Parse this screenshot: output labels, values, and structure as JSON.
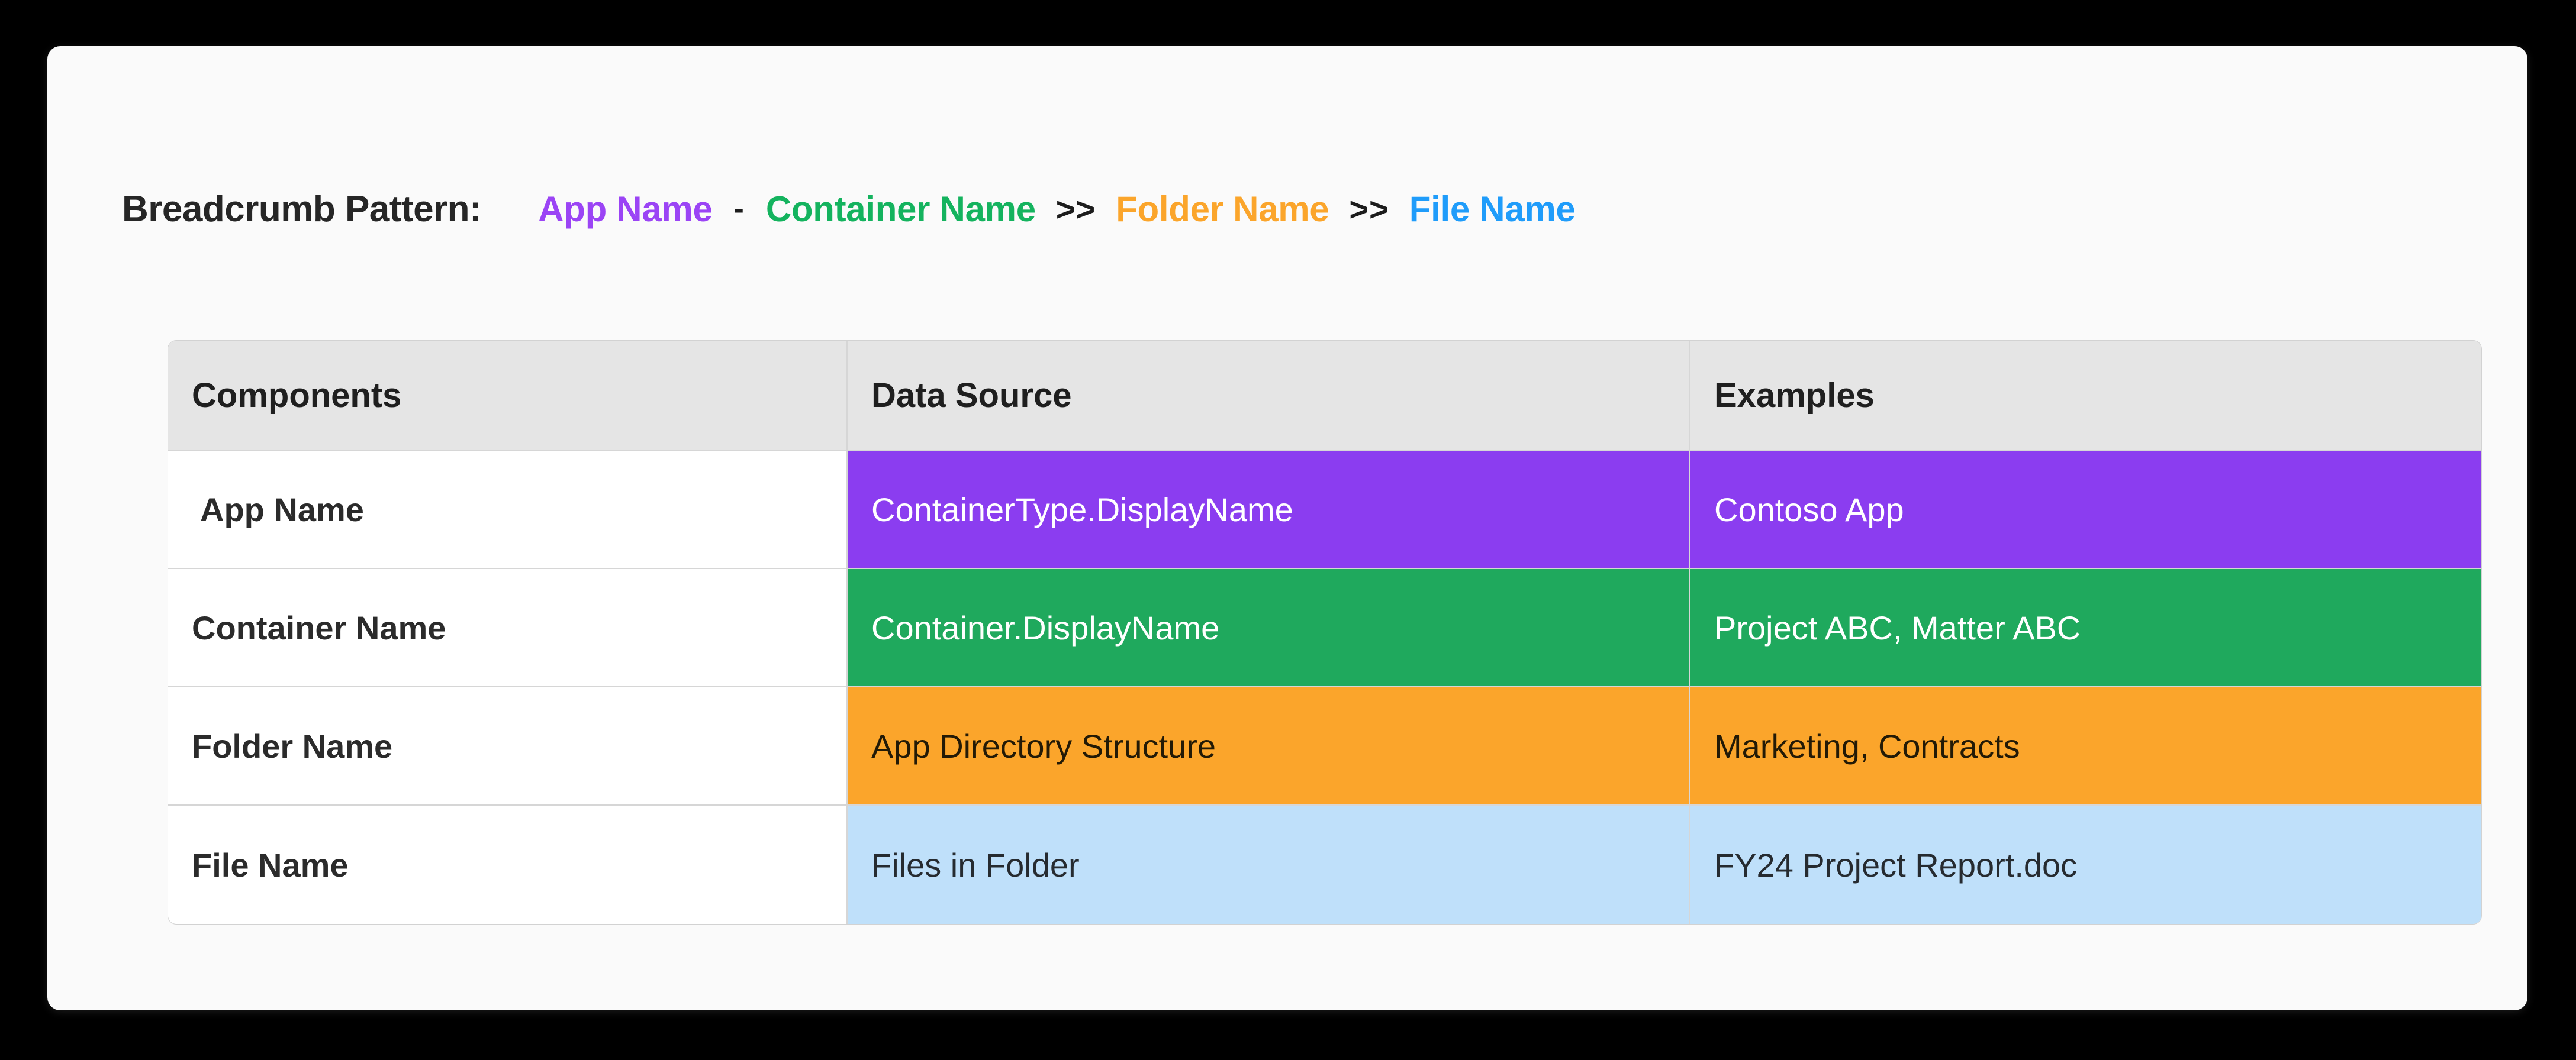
{
  "header": {
    "title": "Breadcrumb Pattern:",
    "separator_dash": "-",
    "separator_chevron": ">>",
    "crumbs": [
      {
        "label": "App Name",
        "color": "#9B44F5"
      },
      {
        "label": "Container Name",
        "color": "#14B35E"
      },
      {
        "label": "Folder Name",
        "color": "#FBA52B"
      },
      {
        "label": "File Name",
        "color": "#1F9CFA"
      }
    ]
  },
  "table": {
    "columns": [
      "Components",
      "Data Source",
      "Examples"
    ],
    "rows": [
      {
        "component": "App Name",
        "data_source": "ContainerType.DisplayName",
        "example": "Contoso App",
        "bg": "#8B3DF0",
        "fg": "#FFFFFF"
      },
      {
        "component": "Container Name",
        "data_source": "Container.DisplayName",
        "example": "Project ABC, Matter ABC",
        "bg": "#1FA95D",
        "fg": "#FFFFFF"
      },
      {
        "component": "Folder Name",
        "data_source": "App Directory Structure",
        "example": "Marketing, Contracts",
        "bg": "#FBA52B",
        "fg": "#231A06"
      },
      {
        "component": "File Name",
        "data_source": "Files in Folder",
        "example": "FY24 Project Report.doc",
        "bg": "#BFE0FA",
        "fg": "#262B30"
      }
    ]
  },
  "colors": {
    "page_background": "#000000",
    "card_background": "#FAFAFA",
    "table_header_background": "#E5E5E5",
    "table_border": "#D6D6D6",
    "label_cell_background": "#FFFFFF",
    "title_text": "#262626"
  }
}
